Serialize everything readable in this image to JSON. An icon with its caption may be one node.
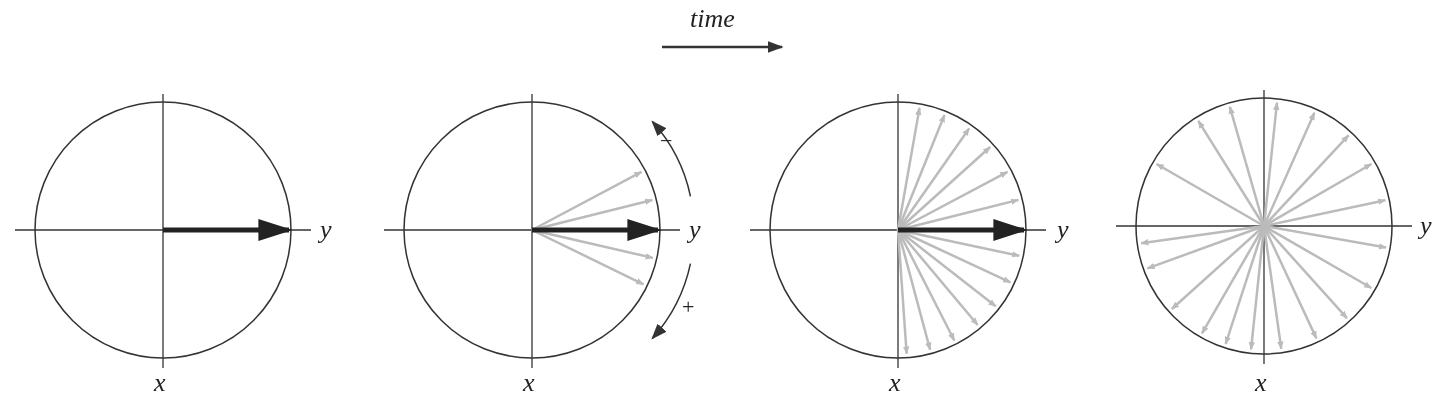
{
  "diagram": {
    "labels": [
      "time",
      "y",
      "x",
      "y",
      "x",
      "−",
      "+",
      "y",
      "x",
      "y",
      "x"
    ]
  }
}
